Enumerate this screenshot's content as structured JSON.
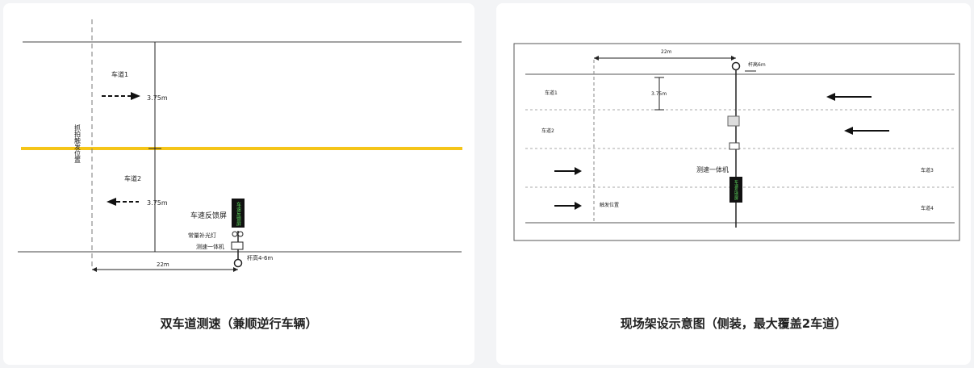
{
  "left_panel": {
    "caption": "双车道测速（兼顺逆行车辆）",
    "lane1_label": "车道1",
    "lane2_label": "车道2",
    "dim_lane1": "3.75m",
    "dim_lane2": "3.75m",
    "trigger_label": "抓拍触发位置",
    "feedback_screen_label": "车速反馈屏",
    "light_label": "常量补光灯",
    "camera_label": "测速一体机",
    "pole_label": "杆高4-6m",
    "distance_label": "22m",
    "screen_text": "车速反馈屏",
    "median_color": "#f5c518"
  },
  "right_panel": {
    "caption": "现场架设示意图（侧装，最大覆盖2车道）",
    "distance_label": "22m",
    "pole_label": "杆高6m",
    "dim_lane": "3.75m",
    "lane1_label": "车道1",
    "lane2_label": "车道2",
    "lane3_label": "车道3",
    "lane4_label": "车道4",
    "camera_label": "测速一体机",
    "trigger_label": "触发位置",
    "screen_text": "车速反馈屏"
  }
}
